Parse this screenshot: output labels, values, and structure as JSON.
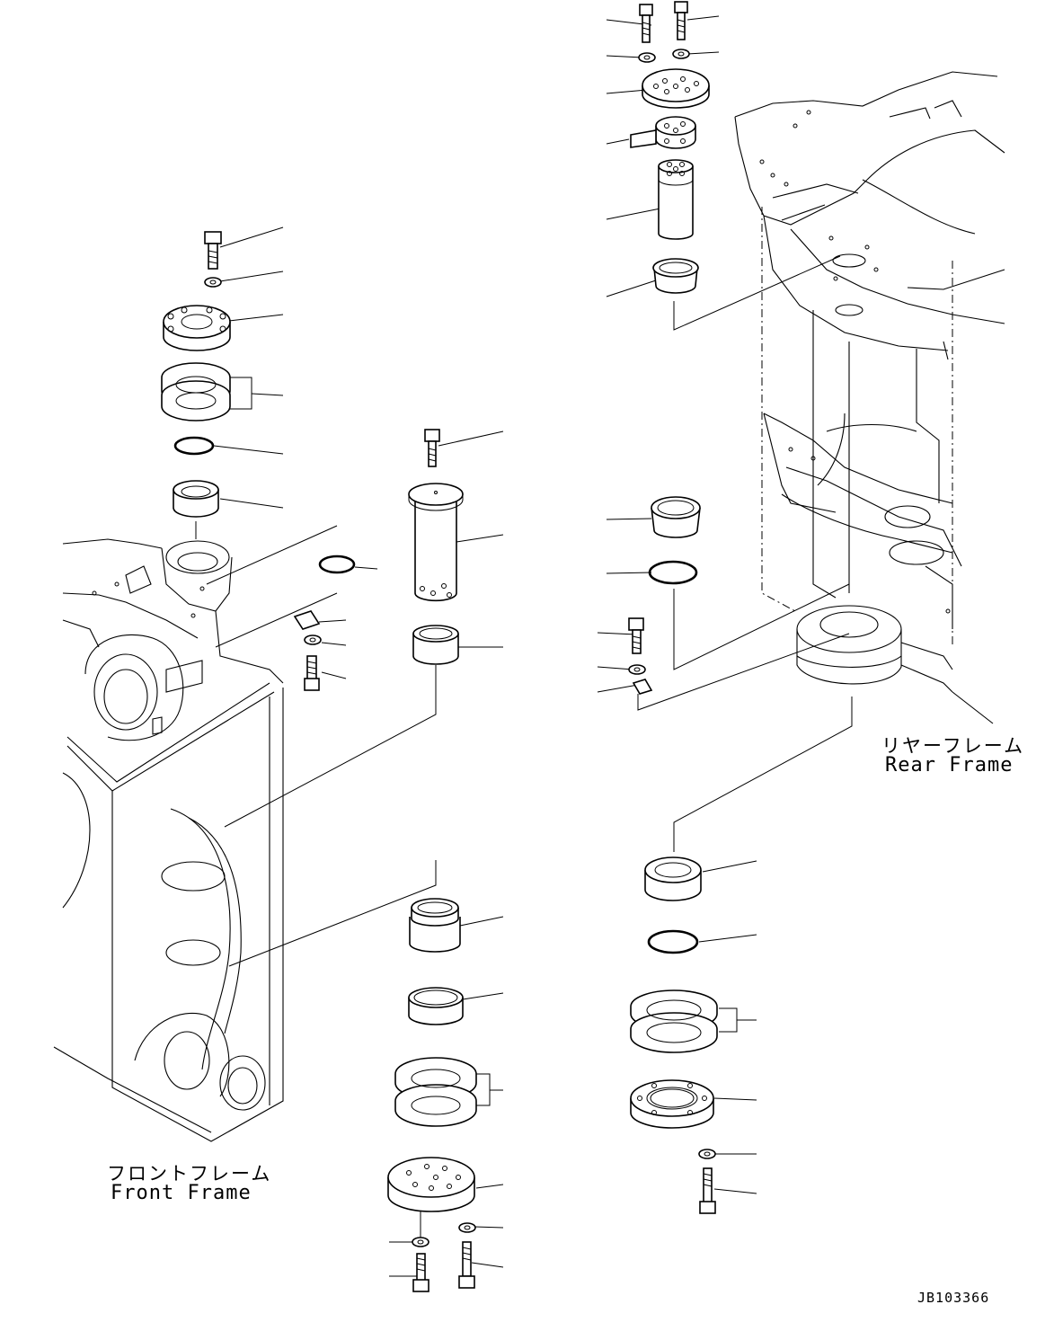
{
  "frames": {
    "rear": {
      "label_ja": "リヤーフレーム",
      "label_en": "Rear Frame"
    },
    "front": {
      "label_ja": "フロントフレーム",
      "label_en": "Front Frame"
    }
  },
  "drawing_code": "JB103366"
}
